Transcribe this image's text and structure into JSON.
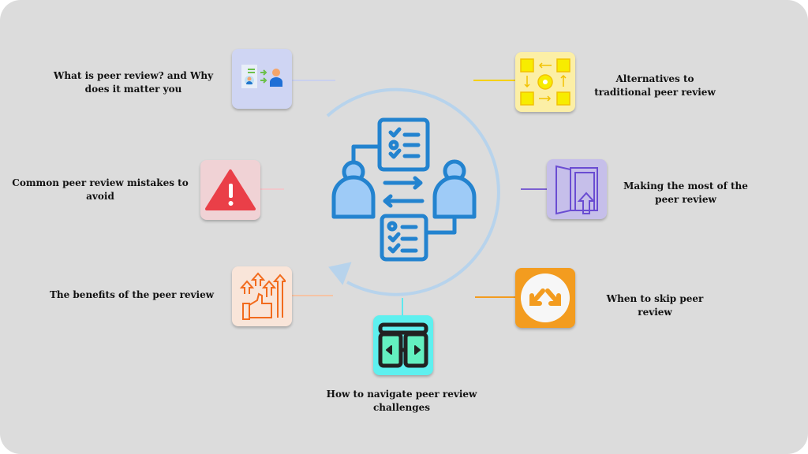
{
  "topics": [
    {
      "id": "what-is",
      "lines": [
        "What is peer review? and Why",
        "does it matter you"
      ],
      "color": "#cfd5f3"
    },
    {
      "id": "mistakes",
      "lines": [
        "Common peer review mistakes to",
        "avoid"
      ],
      "color": "#f0d2d5"
    },
    {
      "id": "benefits",
      "lines": [
        "The benefits of the peer review"
      ],
      "color": "#f9e5d9"
    },
    {
      "id": "navigate",
      "lines": [
        "How to navigate peer review",
        "challenges"
      ],
      "color": "#5ef0ef"
    },
    {
      "id": "skip",
      "lines": [
        "When to skip peer",
        "review"
      ],
      "color": "#f39c1f"
    },
    {
      "id": "most",
      "lines": [
        "Making the most of the",
        "peer review"
      ],
      "color": "#c6bfea"
    },
    {
      "id": "alternatives",
      "lines": [
        "Alternatives to",
        "traditional peer review"
      ],
      "color": "#fcefa6"
    }
  ],
  "center_icon": "peer-review-exchange-icon"
}
